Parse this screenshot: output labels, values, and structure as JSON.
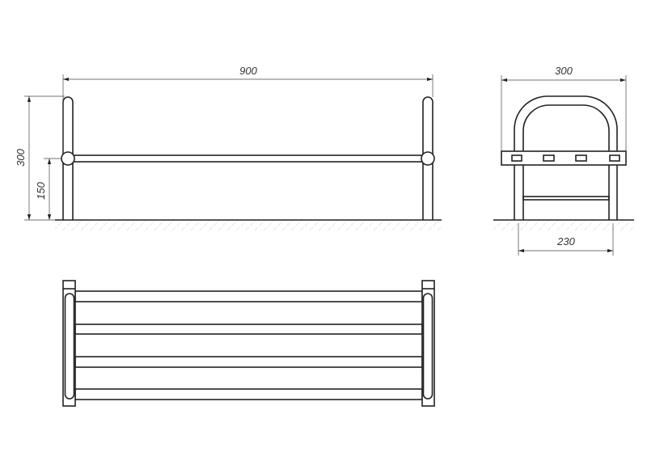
{
  "drawing": {
    "front_view": {
      "length_dimension": "900",
      "height_dimension": "300",
      "rail_height_dimension": "150"
    },
    "side_view": {
      "width_dimension": "300",
      "base_width_dimension": "230"
    }
  }
}
